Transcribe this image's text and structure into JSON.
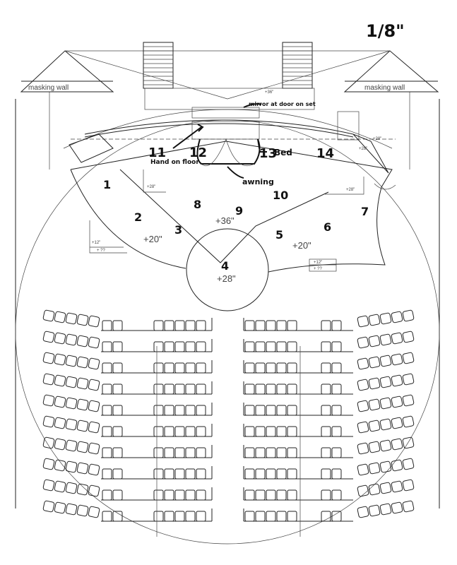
{
  "scale": "1/8\"",
  "masking_wall_left": "masking wall",
  "masking_wall_right": "masking wall",
  "elevations": {
    "upstage": "+36\"",
    "center": "+36\"",
    "left_mid": "+20\"",
    "right_mid": "+20\"",
    "circle": "+28\"",
    "left_box": "+28\"",
    "right_box": "+28\"",
    "right_wing": "+28\"",
    "right_wing_2": "+28\"",
    "left_low_a": "+12\"",
    "left_low_b": "+ ??",
    "right_low_a": "+12\"",
    "right_low_b": "+ ??"
  },
  "notes": {
    "mirror": "mirror at door on set",
    "hand": "Hand on floor",
    "bed": "Bed",
    "awning": "awning"
  },
  "areas": [
    "1",
    "2",
    "3",
    "4",
    "5",
    "6",
    "7",
    "8",
    "9",
    "10",
    "11",
    "12",
    "13",
    "14"
  ],
  "seating": {
    "rows": 10
  }
}
